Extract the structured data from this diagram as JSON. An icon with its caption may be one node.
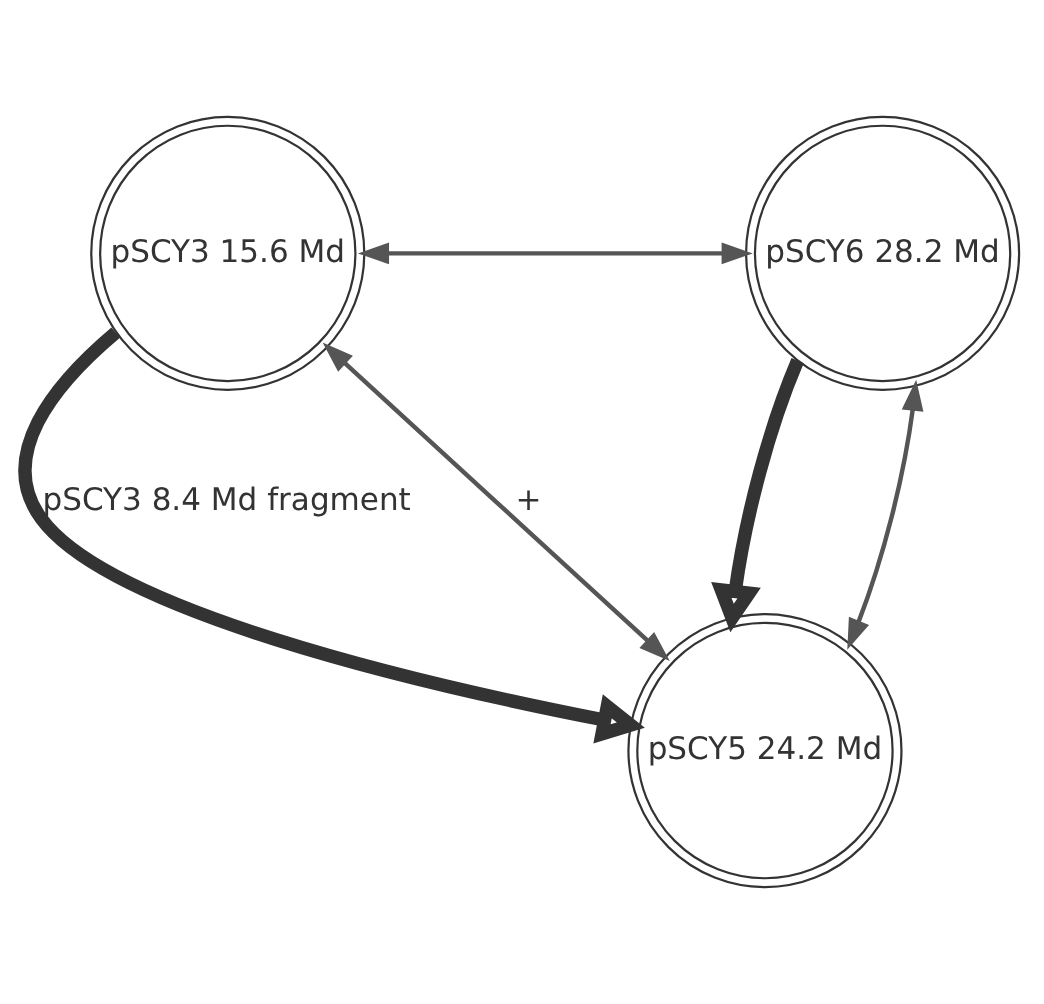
{
  "diagram": {
    "nodes": [
      {
        "text": [
          "pSCY3 15.6 Md"
        ]
      },
      {
        "text": [
          "pSCY6 28.2 Md"
        ]
      },
      {
        "text": [
          "pSCY5 24.2 Md"
        ]
      }
    ],
    "edges": [
      {
        "from": 0,
        "to": 1,
        "arrow": "both"
      },
      {
        "from": 0,
        "to": 2,
        "arrow": "to",
        "style": "thick",
        "label": "pSCY3 8.4 Md fragment"
      },
      {
        "from": 1,
        "to": 2,
        "arrow": "to",
        "style": "thick"
      },
      {
        "from": 2,
        "to": 0,
        "arrow": "both",
        "label": "+"
      },
      {
        "from": 1,
        "to": 2,
        "arrow": "both"
      }
    ]
  }
}
